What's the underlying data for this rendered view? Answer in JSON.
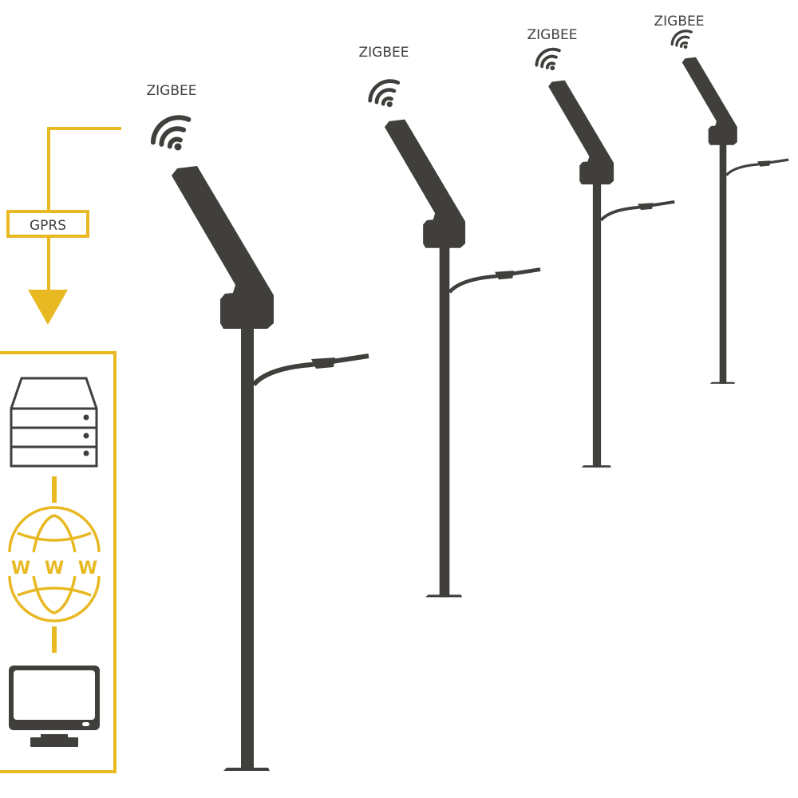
{
  "colors": {
    "accent": "#E8B923",
    "dark": "#403f3c"
  },
  "link_label": "GPRS",
  "poles": [
    {
      "protocol": "ZIGBEE"
    },
    {
      "protocol": "ZIGBEE"
    },
    {
      "protocol": "ZIGBEE"
    },
    {
      "protocol": "ZIGBEE"
    }
  ],
  "control_center": {
    "icons": [
      "server-icon",
      "www-globe-icon",
      "monitor-icon"
    ],
    "globe_text": [
      "W",
      "W",
      "W"
    ]
  }
}
